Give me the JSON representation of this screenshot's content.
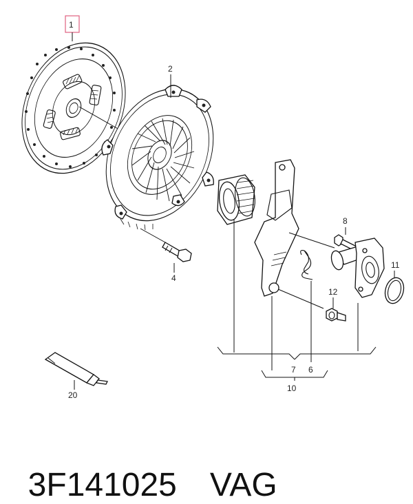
{
  "callouts": {
    "c1": "1",
    "c2": "2",
    "c4": "4",
    "c6": "6",
    "c7": "7",
    "c8": "8",
    "c10": "10",
    "c11": "11",
    "c12": "12",
    "c20": "20"
  },
  "footer": {
    "part_number": "3F141025",
    "brand": "VAG"
  },
  "colors": {
    "highlight_box": "#e06080",
    "line": "#111111"
  }
}
